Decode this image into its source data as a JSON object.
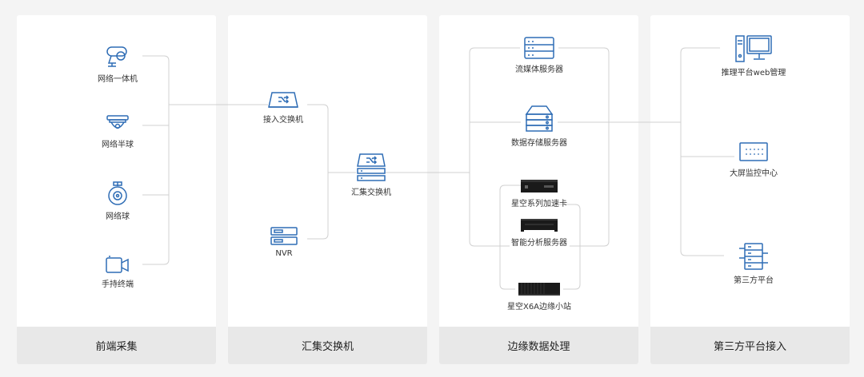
{
  "columns": [
    {
      "title": "前端采集"
    },
    {
      "title": "汇集交换机"
    },
    {
      "title": "边缘数据处理"
    },
    {
      "title": "第三方平台接入"
    }
  ],
  "nodes": {
    "network_integrated": "网络一体机",
    "network_dome": "网络半球",
    "network_ball": "网络球",
    "handheld_terminal": "手持终端",
    "access_switch": "接入交换机",
    "nvr": "NVR",
    "aggregation_switch": "汇集交换机",
    "streaming_server": "流媒体服务器",
    "storage_server": "数据存储服务器",
    "accelerator_card": "星空系列加速卡",
    "analysis_server": "智能分析服务器",
    "edge_station": "星空X6A边缘小站",
    "inference_platform": "推理平台web管理",
    "big_screen": "大屏监控中心",
    "third_party": "第三方平台"
  },
  "colors": {
    "icon_blue": "#2f6db5",
    "line_gray": "#d0d0d0",
    "footer_bg": "#e8e8e8",
    "panel_bg": "#ffffff",
    "page_bg": "#f4f4f4"
  }
}
